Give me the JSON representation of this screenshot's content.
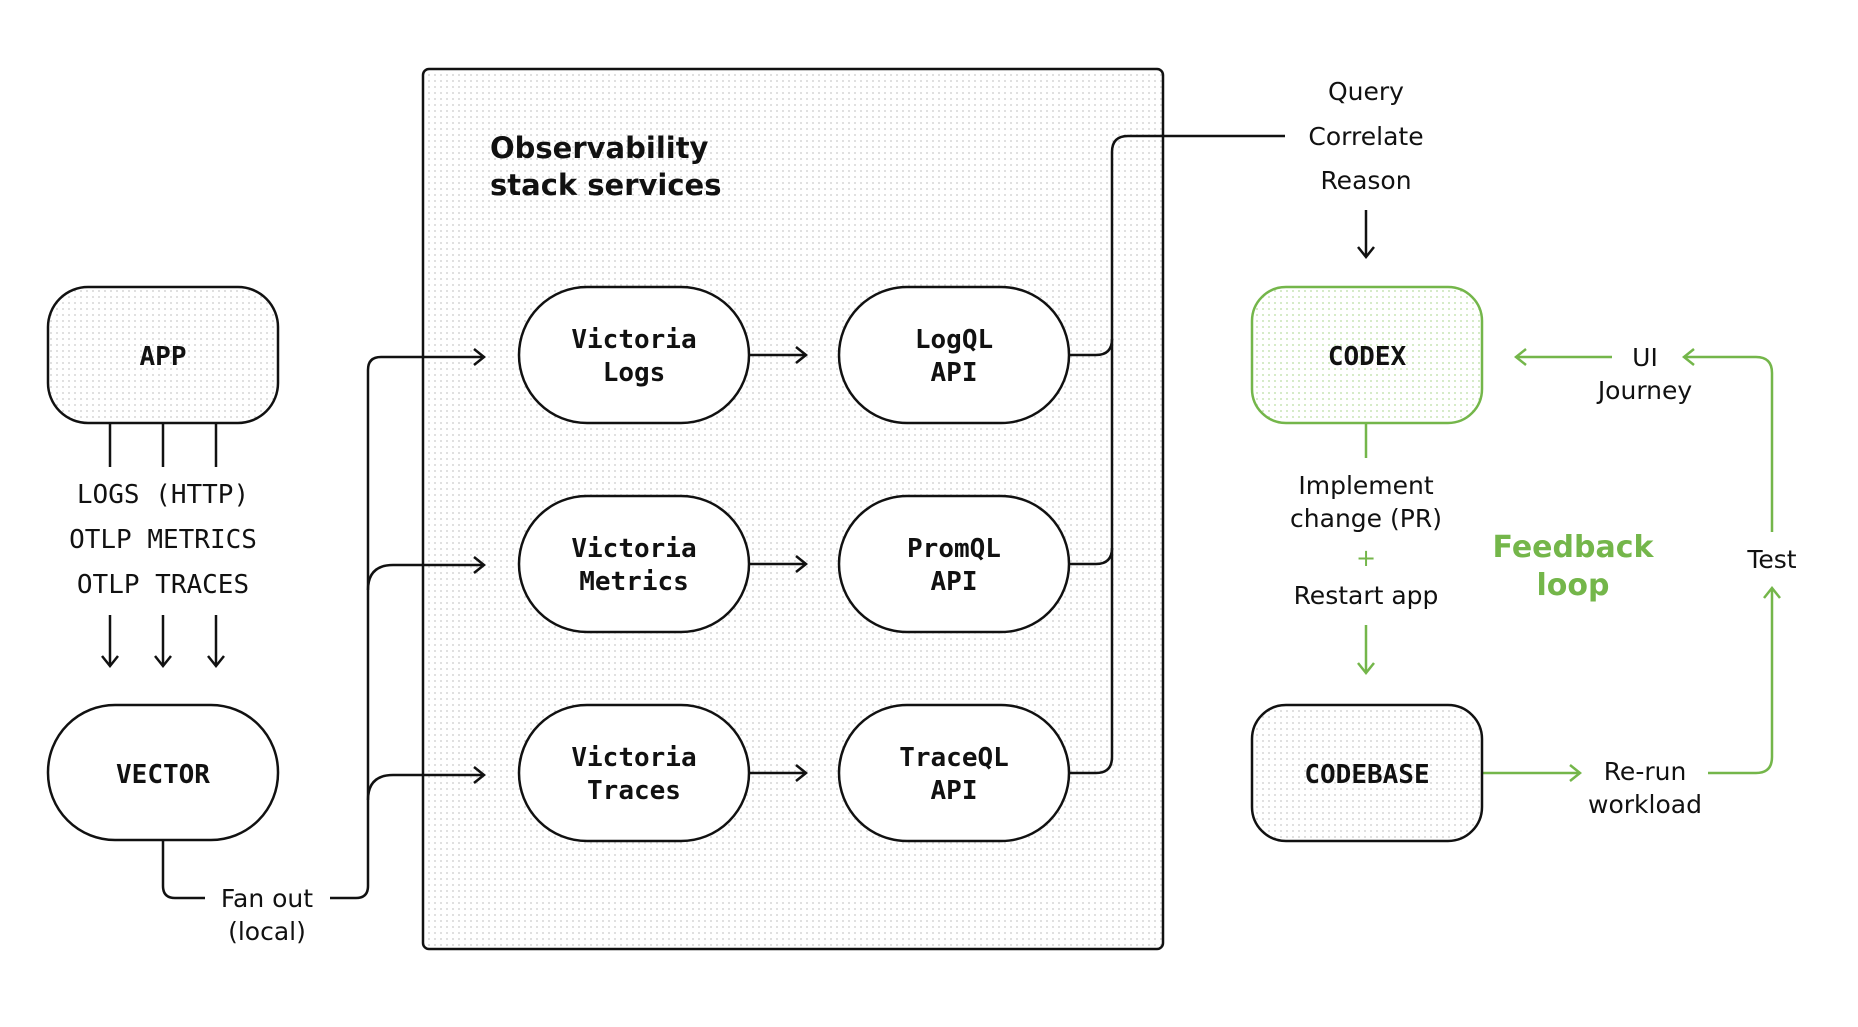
{
  "colors": {
    "ink": "#111111",
    "accent": "#74b64a",
    "dot": "#c9c9c9",
    "accent_dot": "#b9dca1",
    "background": "#ffffff"
  },
  "nodes": {
    "app": "APP",
    "vector": "VECTOR",
    "codex": "CODEX",
    "codebase": "CODEBASE",
    "victoria_logs": [
      "Victoria",
      "Logs"
    ],
    "victoria_metrics": [
      "Victoria",
      "Metrics"
    ],
    "victoria_traces": [
      "Victoria",
      "Traces"
    ],
    "logql_api": [
      "LogQL",
      "API"
    ],
    "promql_api": [
      "PromQL",
      "API"
    ],
    "traceql_api": [
      "TraceQL",
      "API"
    ]
  },
  "stack_title": [
    "Observability",
    "stack services"
  ],
  "signals": [
    "LOGS (HTTP)",
    "OTLP METRICS",
    "OTLP TRACES"
  ],
  "fan_out": [
    "Fan out",
    "(local)"
  ],
  "agent_actions": [
    "Query",
    "Correlate",
    "Reason"
  ],
  "implement": [
    "Implement",
    "change (PR)"
  ],
  "plus": "+",
  "restart": "Restart app",
  "feedback": [
    "Feedback",
    "loop"
  ],
  "ui_journey": [
    "UI",
    "Journey"
  ],
  "test": "Test",
  "rerun": [
    "Re-run",
    "workload"
  ]
}
